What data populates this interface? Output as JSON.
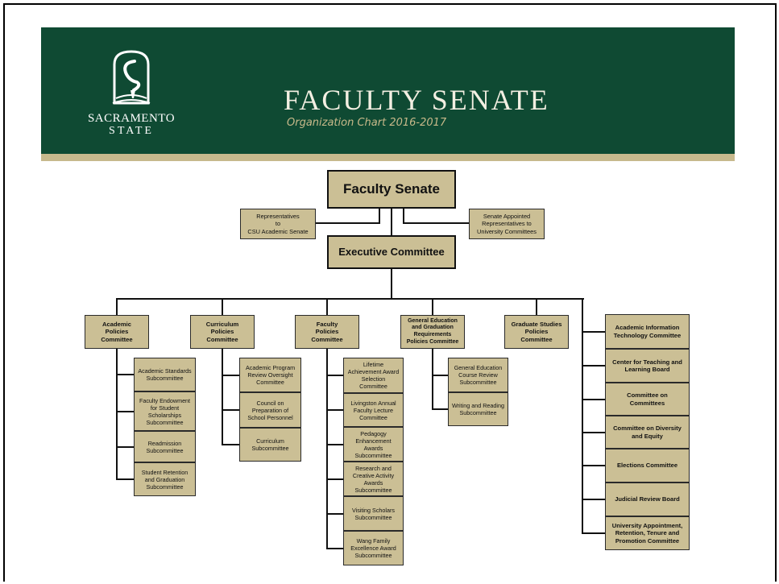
{
  "header": {
    "logo_line1": "SACRAMENTO",
    "logo_line2": "STATE",
    "title": "FACULTY SENATE",
    "subtitle": "Organization Chart 2016-2017"
  },
  "chart": {
    "faculty_senate": "Faculty Senate",
    "representatives_csu": "Representatives\nto\nCSU Academic Senate",
    "senate_appointed": "Senate Appointed\nRepresentatives to\nUniversity Committees",
    "executive_committee": "Executive Committee",
    "committees": [
      {
        "name": "Academic\nPolicies\nCommittee",
        "subs": [
          "Academic Standards\nSubcommittee",
          "Faculty Endowment\nfor Student\nScholarships\nSubcommittee",
          "Readmission\nSubcommittee",
          "Student Retention\nand Graduation\nSubcommittee"
        ]
      },
      {
        "name": "Curriculum\nPolicies\nCommittee",
        "subs": [
          "Academic Program\nReview Oversight\nCommittee",
          "Council on\nPreparation of\nSchool Personnel",
          "Curriculum\nSubcommittee"
        ]
      },
      {
        "name": "Faculty\nPolicies\nCommittee",
        "subs": [
          "Lifetime\nAchievement Award\nSelection\nCommittee",
          "Livingston Annual\nFaculty Lecture\nCommittee",
          "Pedagogy\nEnhancement\nAwards\nSubcommittee",
          "Research and\nCreative Activity\nAwards\nSubcommittee",
          "Visiting Scholars\nSubcommittee",
          "Wang Family\nExcellence Award\nSubcommittee"
        ]
      },
      {
        "name": "General Education\nand Graduation\nRequirements\nPolicies Committee",
        "subs": [
          "General Education\nCourse Review\nSubcommittee",
          "Writing and Reading\nSubcommittee"
        ]
      },
      {
        "name": "Graduate Studies\nPolicies\nCommittee",
        "subs": []
      }
    ],
    "standing_committees": [
      "Academic Information\nTechnology Committee",
      "Center for Teaching and\nLearning Board",
      "Committee on\nCommittees",
      "Committee on Diversity\nand Equity",
      "Elections Committee",
      "Judicial Review Board",
      "University Appointment,\nRetention, Tenure and\nPromotion Committee"
    ]
  }
}
